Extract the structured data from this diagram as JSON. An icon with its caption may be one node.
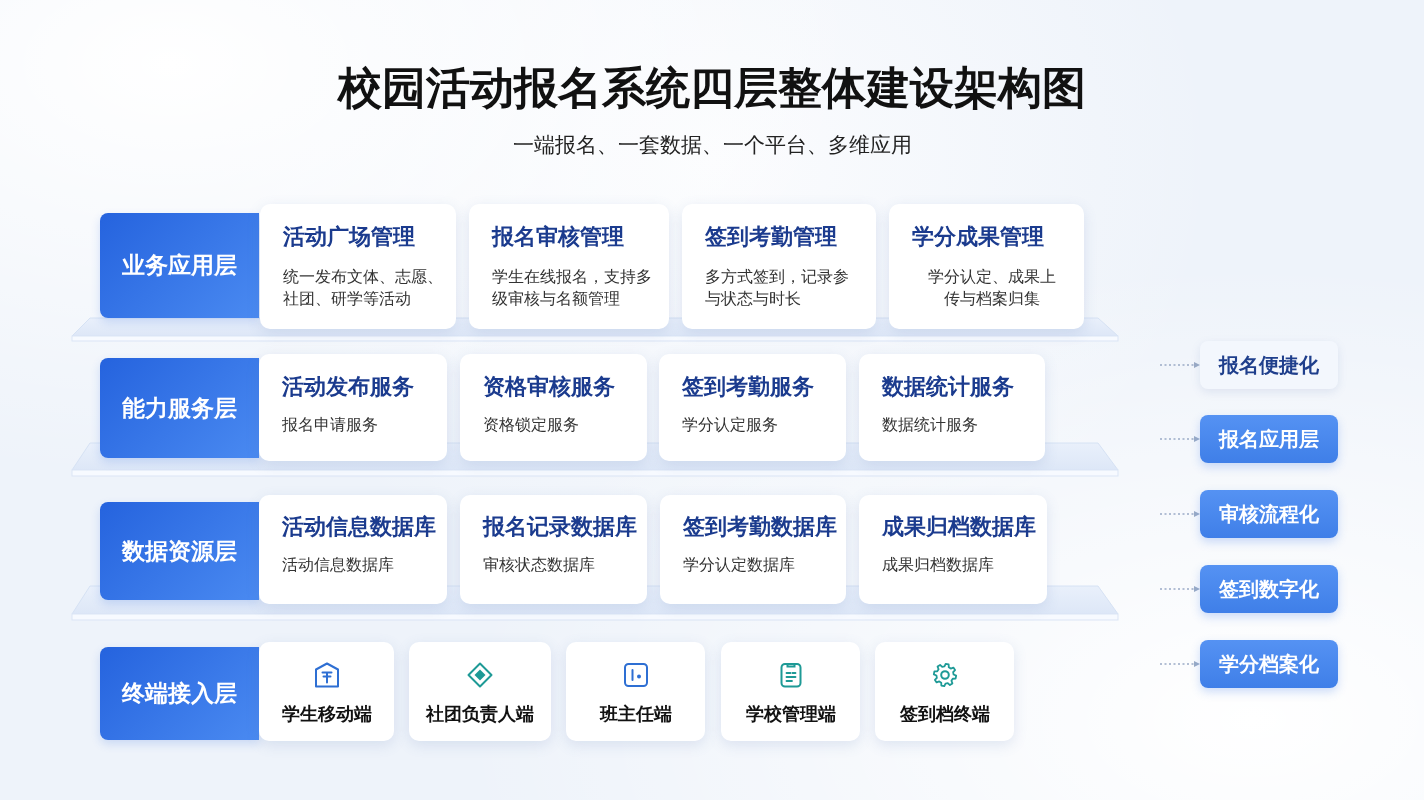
{
  "diagram": {
    "title": "校园活动报名系统四层整体建设架构图",
    "nodes": [
      {
        "text": [
          "业务应用层"
        ]
      },
      {
        "text": [
          "活动广场管理",
          "统一发布文体、志愿、社团、研学等活动"
        ]
      },
      {
        "text": [
          "报名审核管理",
          "学生在线报名，支持多级审核与名额管理"
        ]
      },
      {
        "text": [
          "签到考勤管理",
          "多方式签到，记录参与状态与时长"
        ]
      },
      {
        "text": [
          "学分成果管理",
          "学分认定、成果上传与档案归集"
        ]
      },
      {
        "text": [
          "能力服务层"
        ]
      },
      {
        "text": [
          "活动发布服务",
          "报名申请服务"
        ]
      },
      {
        "text": [
          "资格审核服务",
          "资格锁定服务"
        ]
      },
      {
        "text": [
          "签到考勤服务",
          "学分认定服务"
        ]
      },
      {
        "text": [
          "数据统计服务",
          "数据统计服务"
        ]
      },
      {
        "text": [
          "数据资源层"
        ]
      },
      {
        "text": [
          "活动信息数据库",
          "活动信息数据库"
        ]
      },
      {
        "text": [
          "报名记录数据库",
          "审核状态数据库"
        ]
      },
      {
        "text": [
          "签到考勤数据库",
          "学分认定数据库"
        ]
      },
      {
        "text": [
          "成果归档数据库",
          "成果归档数据库"
        ]
      },
      {
        "text": [
          "终端接入层"
        ]
      },
      {
        "text": [
          "学生移动端"
        ]
      },
      {
        "text": [
          "社团负责人端"
        ]
      },
      {
        "text": [
          "班主任端"
        ]
      },
      {
        "text": [
          "学校管理端"
        ]
      },
      {
        "text": [
          "签到档终端"
        ]
      },
      {
        "text": [
          "报名便捷化"
        ]
      },
      {
        "text": [
          "报名应用层"
        ]
      },
      {
        "text": [
          "审核流程化"
        ]
      },
      {
        "text": [
          "签到数字化"
        ]
      },
      {
        "text": [
          "学分档案化"
        ]
      }
    ],
    "edges": [
      {
        "from": null,
        "to": 21,
        "arrow": "to",
        "style": "dashed"
      },
      {
        "from": null,
        "to": 22,
        "arrow": "to",
        "style": "dashed"
      },
      {
        "from": null,
        "to": 23,
        "arrow": "to",
        "style": "dashed"
      },
      {
        "from": null,
        "to": 24,
        "arrow": "to",
        "style": "dashed"
      },
      {
        "from": null,
        "to": 25,
        "arrow": "to",
        "style": "dashed"
      }
    ],
    "labels": [
      "一端报名、一套数据、一个平台、多维应用"
    ]
  }
}
